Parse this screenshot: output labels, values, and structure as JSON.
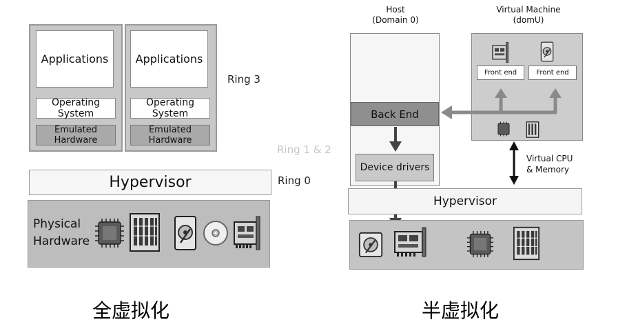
{
  "full_virtualization": {
    "vm1": {
      "applications": "Applications",
      "operating_system": "Operating System",
      "emulated_hardware": "Emulated Hardware"
    },
    "vm2": {
      "applications": "Applications",
      "operating_system": "Operating System",
      "emulated_hardware": "Emulated Hardware"
    },
    "ring3": "Ring 3",
    "ring12": "Ring 1 & 2",
    "ring0": "Ring 0",
    "hypervisor": "Hypervisor",
    "physical_hardware": "Physical\nHardware",
    "caption": "全虚拟化"
  },
  "para_virtualization": {
    "host_title": "Host\n(Domain 0)",
    "vm_title": "Virtual Machine\n(domU)",
    "front_end_1": "Front end",
    "front_end_2": "Front end",
    "back_end": "Back End",
    "device_drivers": "Device drivers",
    "vcpu_memory": "Virtual CPU\n& Memory",
    "hypervisor": "Hypervisor",
    "caption": "半虚拟化"
  }
}
